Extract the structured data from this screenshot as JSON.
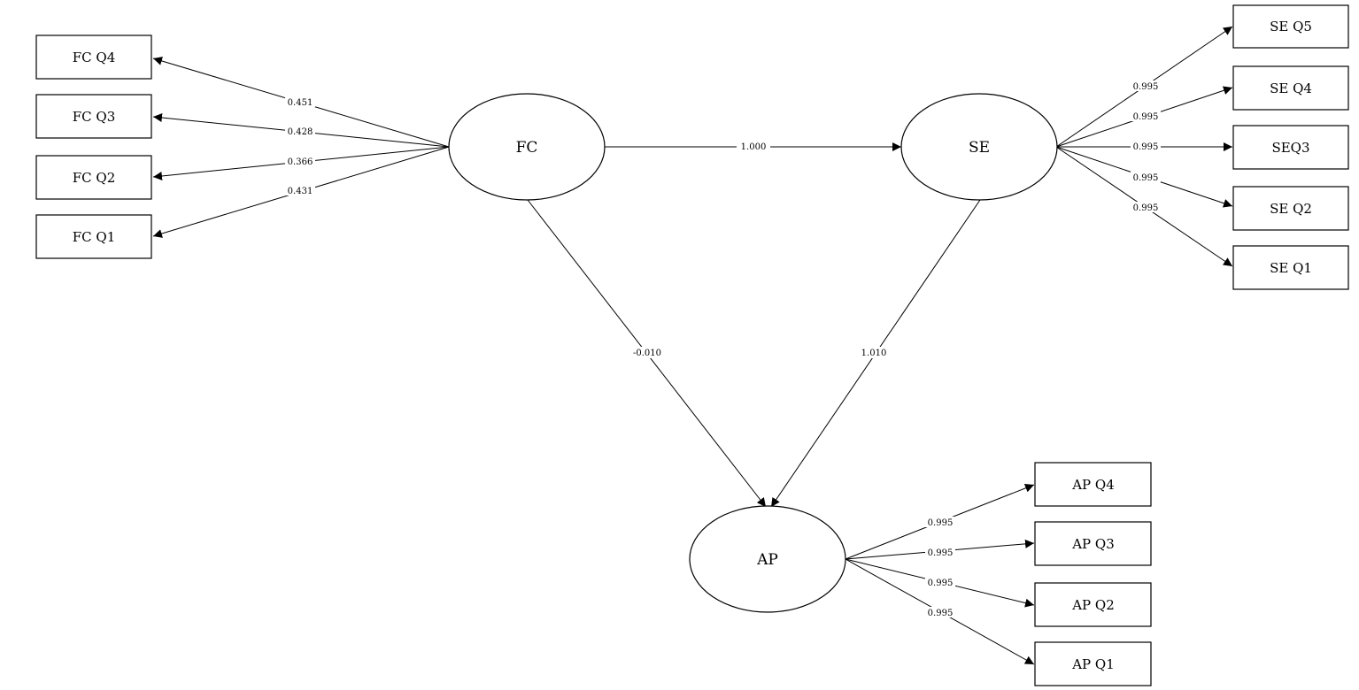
{
  "latent_variables": [
    {
      "id": "FC",
      "label": "FC"
    },
    {
      "id": "SE",
      "label": "SE"
    },
    {
      "id": "AP",
      "label": "AP"
    }
  ],
  "indicators": {
    "FC": [
      {
        "label": "FC Q4",
        "weight": "0.451"
      },
      {
        "label": "FC Q3",
        "weight": "0.428"
      },
      {
        "label": "FC Q2",
        "weight": "0.366"
      },
      {
        "label": "FC Q1",
        "weight": "0.431"
      }
    ],
    "SE": [
      {
        "label": "SE Q5",
        "weight": "0.995"
      },
      {
        "label": "SE Q4",
        "weight": "0.995"
      },
      {
        "label": "SEQ3",
        "weight": "0.995"
      },
      {
        "label": "SE Q2",
        "weight": "0.995"
      },
      {
        "label": "SE Q1",
        "weight": "0.995"
      }
    ],
    "AP": [
      {
        "label": "AP Q4",
        "weight": "0.995"
      },
      {
        "label": "AP Q3",
        "weight": "0.995"
      },
      {
        "label": "AP Q2",
        "weight": "0.995"
      },
      {
        "label": "AP Q1",
        "weight": "0.995"
      }
    ]
  },
  "paths": [
    {
      "from": "FC",
      "to": "SE",
      "coefficient": "1.000"
    },
    {
      "from": "FC",
      "to": "AP",
      "coefficient": "-0.010"
    },
    {
      "from": "SE",
      "to": "AP",
      "coefficient": "1.010"
    }
  ]
}
